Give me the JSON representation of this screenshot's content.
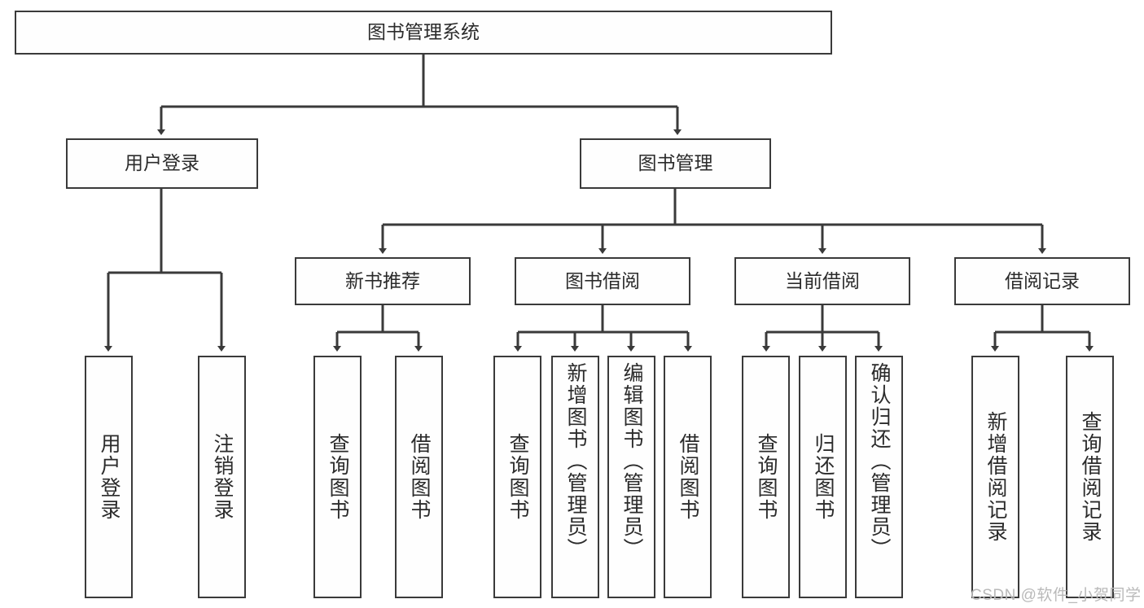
{
  "diagram": {
    "title": "图书管理系统",
    "watermark": "CSDN @软件_小贺同学",
    "root": {
      "id": "root",
      "label": "图书管理系统"
    },
    "level2": [
      {
        "id": "user-login",
        "label": "用户登录"
      },
      {
        "id": "book-management",
        "label": "图书管理"
      }
    ],
    "level3": [
      {
        "id": "new-book-recommend",
        "label": "新书推荐"
      },
      {
        "id": "book-borrow",
        "label": "图书借阅"
      },
      {
        "id": "current-borrow",
        "label": "当前借阅"
      },
      {
        "id": "borrow-record",
        "label": "借阅记录"
      }
    ],
    "leaves": {
      "user_login": [
        {
          "id": "leaf-user-login",
          "label": "用户登录"
        },
        {
          "id": "leaf-logout-login",
          "label": "注销登录"
        }
      ],
      "new_book_recommend": [
        {
          "id": "leaf-query-book-1",
          "label": "查询图书"
        },
        {
          "id": "leaf-borrow-book-1",
          "label": "借阅图书"
        }
      ],
      "book_borrow": [
        {
          "id": "leaf-query-book-2",
          "label": "查询图书"
        },
        {
          "id": "leaf-add-book",
          "label": "新增图书（管理员）"
        },
        {
          "id": "leaf-edit-book",
          "label": "编辑图书（管理员）"
        },
        {
          "id": "leaf-borrow-book-2",
          "label": "借阅图书"
        }
      ],
      "current_borrow": [
        {
          "id": "leaf-query-book-3",
          "label": "查询图书"
        },
        {
          "id": "leaf-return-book",
          "label": "归还图书"
        },
        {
          "id": "leaf-confirm-return",
          "label": "确认归还（管理员）"
        }
      ],
      "borrow_record": [
        {
          "id": "leaf-add-borrow-record",
          "label": "新增借阅记录"
        },
        {
          "id": "leaf-query-borrow-record",
          "label": "查询借阅记录"
        }
      ]
    },
    "colors": {
      "stroke": "#3a3a3a",
      "fill": "#fefefe",
      "text": "#2b2b2b",
      "watermark": "#b9b9b9",
      "background": "#ffffff"
    }
  }
}
